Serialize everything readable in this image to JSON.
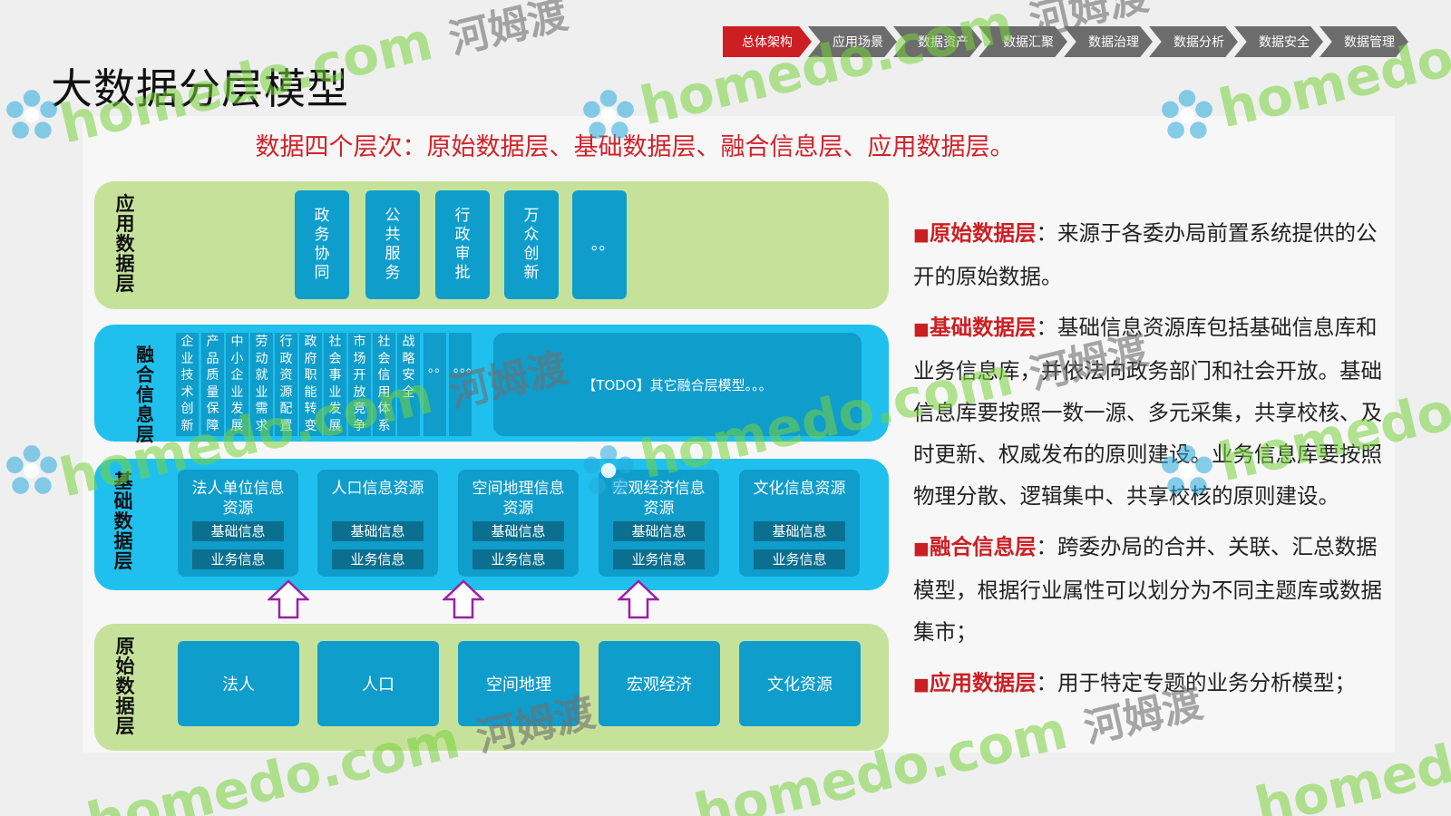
{
  "title": "大数据分层模型",
  "breadcrumbs": [
    "总体架构",
    "应用场景",
    "数据资产",
    "数据汇聚",
    "数据治理",
    "数据分析",
    "数据安全",
    "数据管理"
  ],
  "active_breadcrumb": 0,
  "headline": "数据四个层次：原始数据层、基础数据层、融合信息层、应用数据层。",
  "layers": {
    "application": {
      "label": "应用数据层",
      "items": [
        "政务协同",
        "公共服务",
        "行政审批",
        "万众创新",
        "。。"
      ]
    },
    "fusion": {
      "label": "融合信息层",
      "items": [
        "企业技术创新",
        "产品质量保障",
        "中小企业发展",
        "劳动就业需求",
        "行政资源配置",
        "政府职能转变",
        "社会事业发展",
        "市场开放竞争",
        "社会信用体系",
        "战略安全"
      ],
      "dots": [
        "。。",
        "。。。"
      ],
      "todo": "【TODO】其它融合层模型。。。"
    },
    "base": {
      "label": "基础数据层",
      "cards": [
        {
          "name": "法人单位信息资源",
          "a": "基础信息",
          "b": "业务信息"
        },
        {
          "name": "人口信息资源",
          "a": "基础信息",
          "b": "业务信息"
        },
        {
          "name": "空间地理信息资源",
          "a": "基础信息",
          "b": "业务信息"
        },
        {
          "name": "宏观经济信息资源",
          "a": "基础信息",
          "b": "业务信息"
        },
        {
          "name": "文化信息资源",
          "a": "基础信息",
          "b": "业务信息"
        }
      ]
    },
    "raw": {
      "label": "原始数据层",
      "items": [
        "法人",
        "人口",
        "空间地理",
        "宏观经济",
        "文化资源"
      ]
    }
  },
  "descriptions": [
    {
      "key": "原始数据层",
      "text": "：来源于各委办局前置系统提供的公开的原始数据。"
    },
    {
      "key": "基础数据层",
      "text": "：基础信息资源库包括基础信息库和业务信息库，并依法向政务部门和社会开放。基础信息库要按照一数一源、多元采集，共享校核、及时更新、权威发布的原则建设。业务信息库要按照物理分散、逻辑集中、共享校核的原则建设。"
    },
    {
      "key": "融合信息层",
      "text": "：跨委办局的合并、关联、汇总数据模型，根据行业属性可以划分为不同主题库或数据集市；"
    },
    {
      "key": "应用数据层",
      "text": "：用于特定专题的业务分析模型；"
    }
  ],
  "watermark": {
    "latin": "homedo.com",
    "cn": "河姆渡"
  },
  "colors": {
    "green": "#c6e29a",
    "blue": "#1fc0ee",
    "box": "#0f9dcc",
    "pill": "#0b6f8f",
    "red": "#cc1f23",
    "arrow": "#9b1fa8"
  }
}
